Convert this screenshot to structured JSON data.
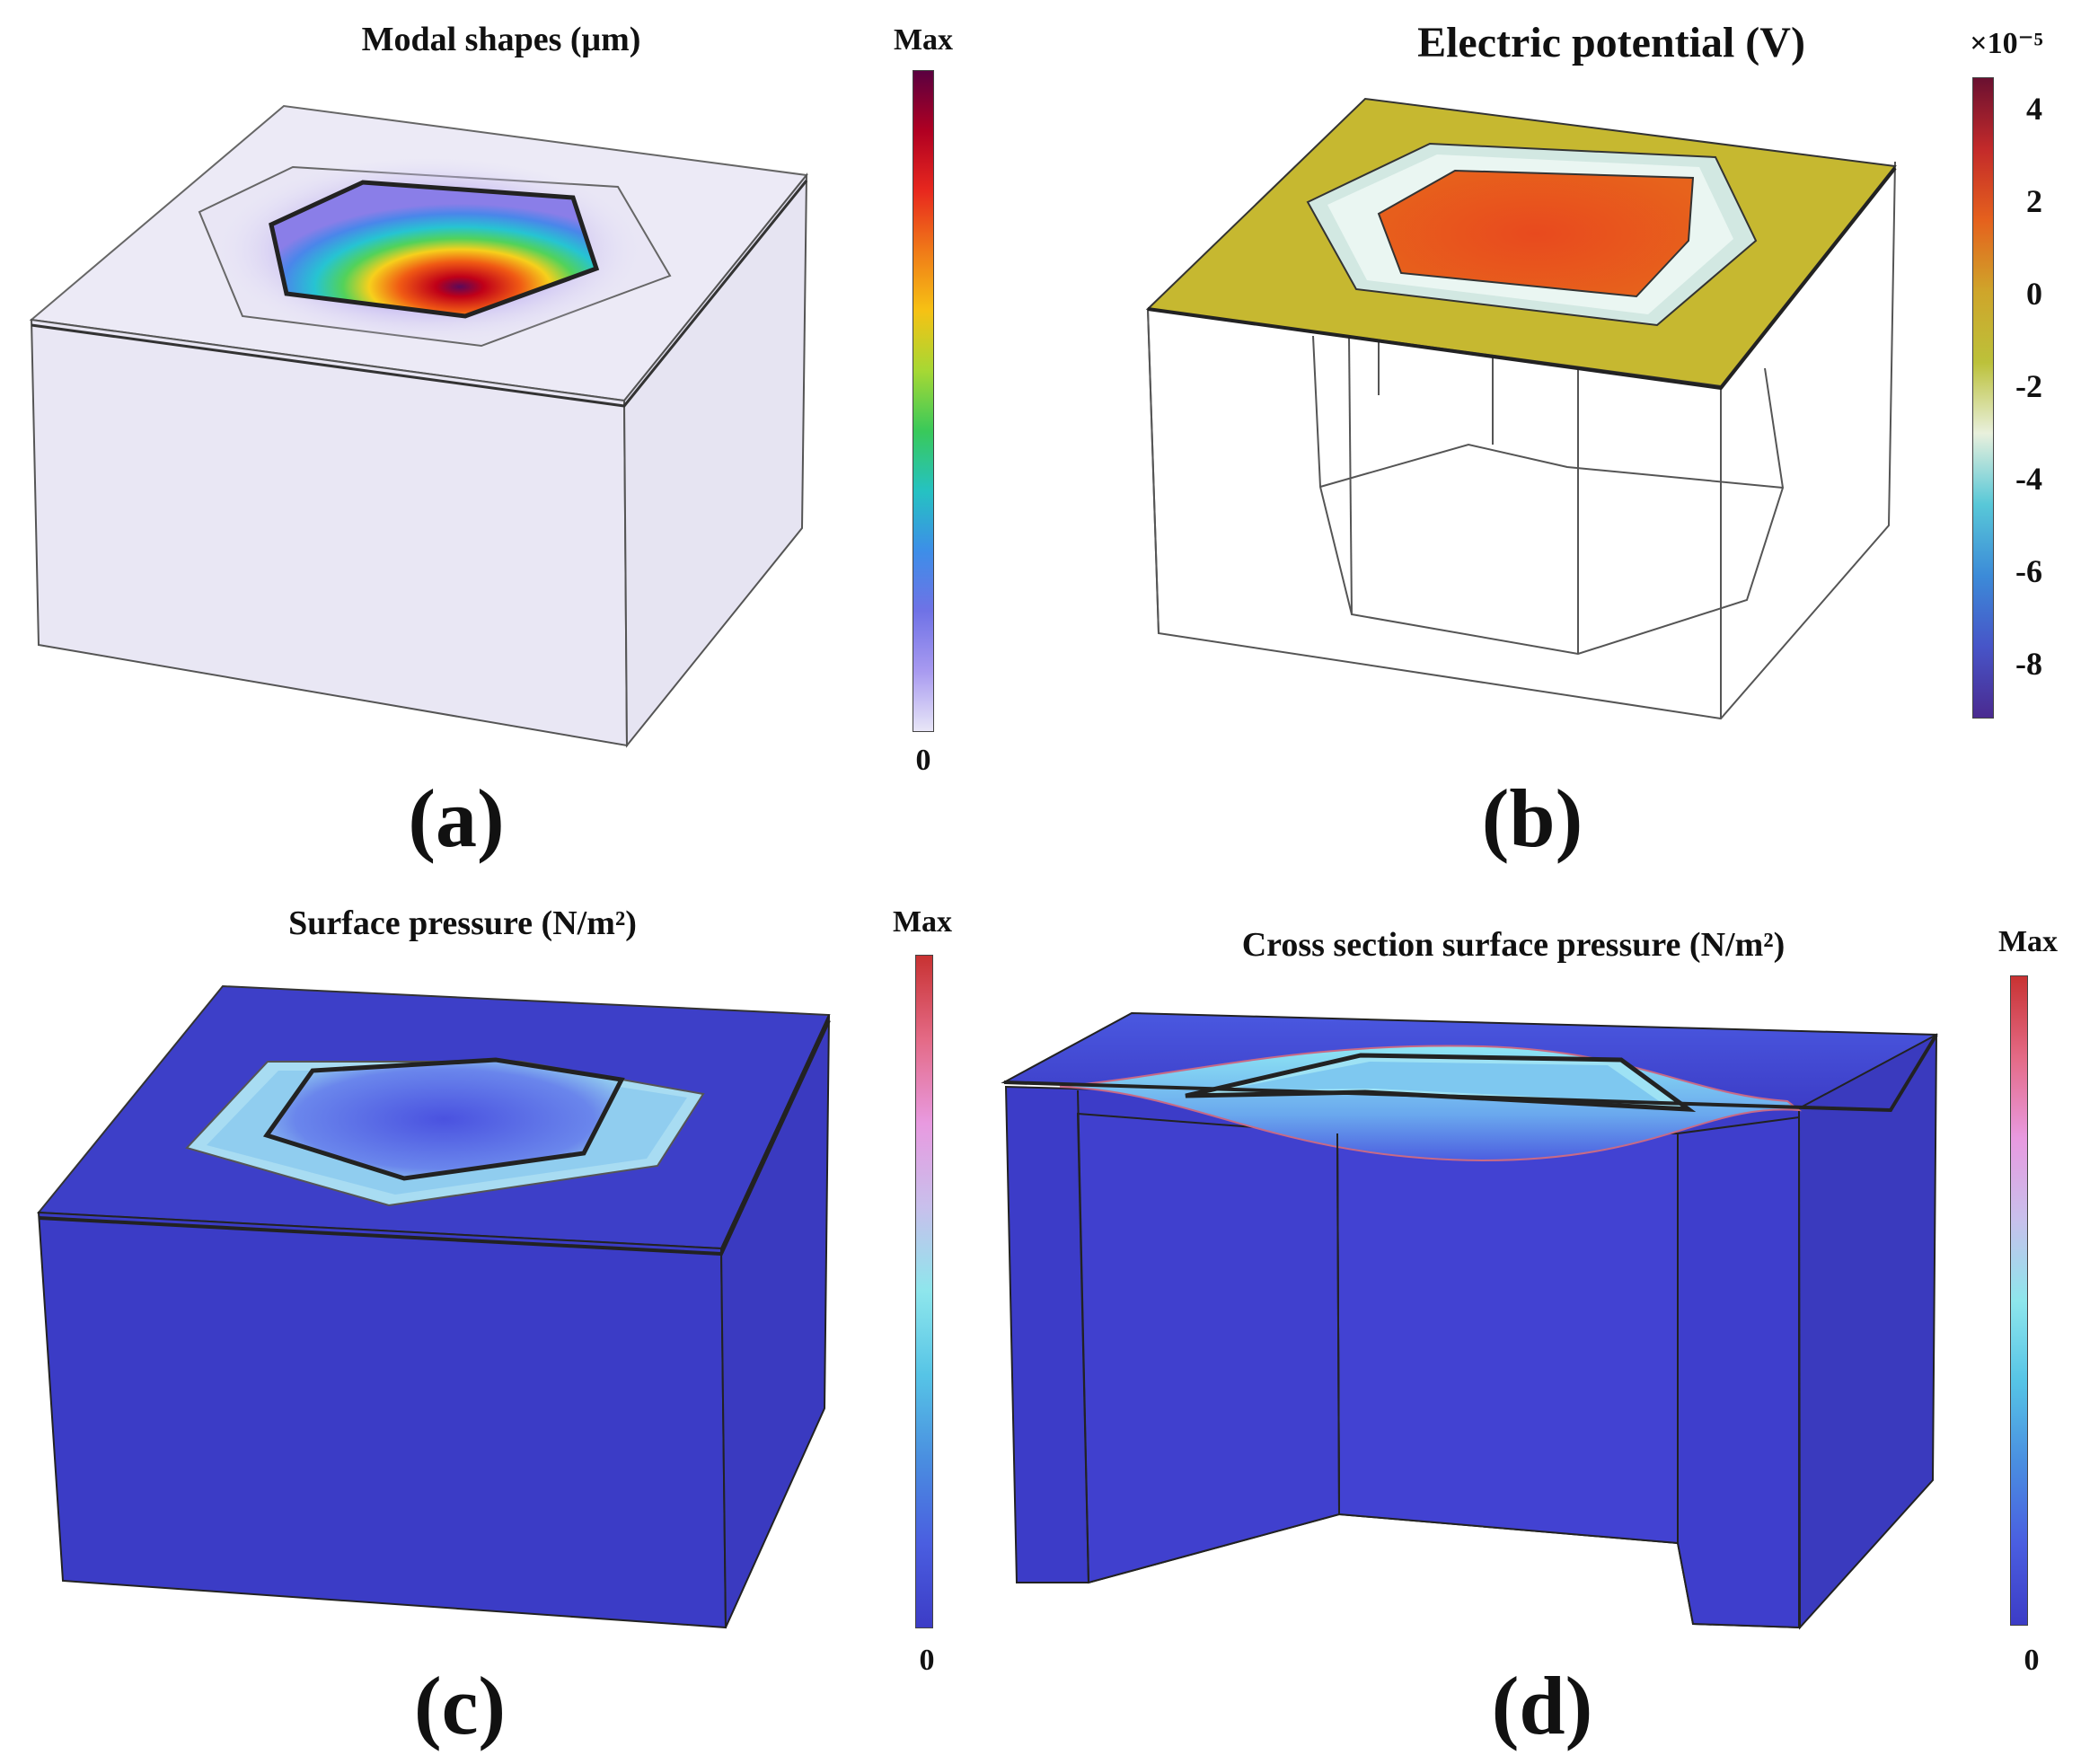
{
  "panels": {
    "a": {
      "title": "Modal shapes (μm)",
      "label": "(a)",
      "colorbar": {
        "max_label": "Max",
        "min_label": "0",
        "colors": [
          "#5a0040",
          "#b00022",
          "#e8281e",
          "#f07a18",
          "#f6c214",
          "#a6d834",
          "#39c95a",
          "#25c2c2",
          "#3d8ee8",
          "#6f72e6",
          "#a89af0",
          "#e8e6f7"
        ]
      }
    },
    "b": {
      "title": "Electric potential (V)",
      "label": "(b)",
      "colorbar": {
        "multiplier_label": "×10⁻⁵",
        "ticks": [
          "4",
          "2",
          "0",
          "-2",
          "-4",
          "-6",
          "-8"
        ],
        "colors": [
          "#6a1030",
          "#c32a2a",
          "#e5611d",
          "#cfa52a",
          "#bcc13a",
          "#e8f0dc",
          "#58c8d8",
          "#3c8bd8",
          "#4755c8",
          "#4a2a90"
        ]
      }
    },
    "c": {
      "title": "Surface pressure (N/m²)",
      "label": "(c)",
      "colorbar": {
        "max_label": "Max",
        "min_label": "0",
        "colors": [
          "#c83232",
          "#e46a86",
          "#e89ae0",
          "#c8c0ec",
          "#8ee6ec",
          "#56c4e6",
          "#4a8ee0",
          "#4a5ee0",
          "#3c3cc6"
        ]
      }
    },
    "d": {
      "title": "Cross section surface pressure (N/m²)",
      "label": "(d)",
      "colorbar": {
        "max_label": "Max",
        "min_label": "0",
        "colors": [
          "#c83232",
          "#e46a86",
          "#e89ae0",
          "#c8c0ec",
          "#8ee6ec",
          "#56c4e6",
          "#4a8ee0",
          "#4a5ee0",
          "#3c3cc6"
        ]
      }
    }
  }
}
